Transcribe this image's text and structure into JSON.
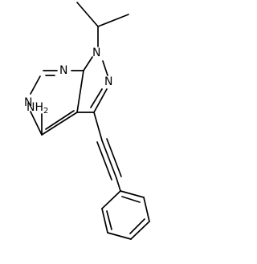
{
  "diagram": {
    "atoms": {
      "n_pyrimidine_top": "N",
      "n_pyrimidine_left": "N",
      "n1_pyrazole": "N",
      "n2_pyrazole": "N",
      "amine": "NH",
      "amine_subscript": "2"
    }
  }
}
